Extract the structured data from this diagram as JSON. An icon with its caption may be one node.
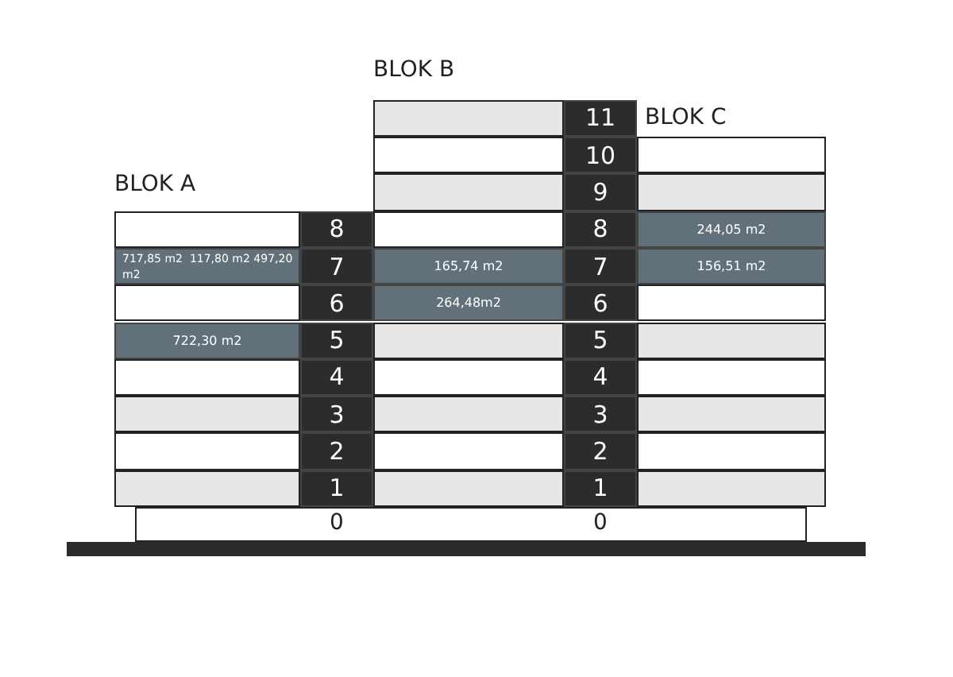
{
  "diagram": {
    "labels": [
      "BLOK B",
      "11",
      "BLOK C",
      "10",
      "BLOK A",
      "9",
      "8",
      "8",
      "244,05 m2",
      "717,85 m2  117,80 m2 497,20 m2",
      "7",
      "165,74 m2",
      "7",
      "156,51 m2",
      "6",
      "264,48m2",
      "6",
      "722,30 m2",
      "5",
      "5",
      "4",
      "4",
      "3",
      "3",
      "2",
      "2",
      "1",
      "1",
      "0",
      "0"
    ]
  }
}
